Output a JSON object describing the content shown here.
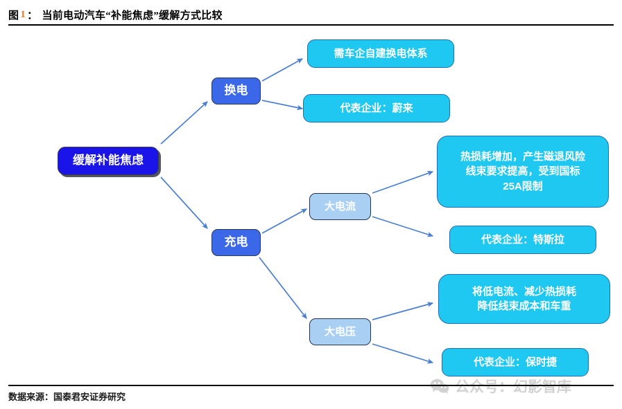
{
  "figure": {
    "label": "图",
    "number": "1",
    "colon": "：",
    "title": "当前电动汽车“补能焦虑”缓解方式比较",
    "source": "数据来源：国泰君安证券研究",
    "accent_color": "#E87722"
  },
  "watermark": {
    "text": "公众号：幻影智库",
    "icon": "wechat-icon",
    "color": "#d2d2d2"
  },
  "colors": {
    "root_fill": "#1A14E8",
    "level1_fill": "#3B68E8",
    "level2_fill": "#A9CFF2",
    "leaf_fill": "#1EC8F0",
    "leaf_border": "#1f6fb0",
    "arrow": "#4A7FD0"
  },
  "diagram": {
    "type": "tree",
    "root": {
      "id": "root",
      "label": "缓解补能焦虑"
    },
    "nodes": [
      {
        "id": "huandian",
        "label": "换电",
        "level": 1
      },
      {
        "id": "chongdian",
        "label": "充电",
        "level": 1
      },
      {
        "id": "dadianliu",
        "label": "大电流",
        "level": 2
      },
      {
        "id": "dadianya",
        "label": "大电压",
        "level": 2
      }
    ],
    "leaves": [
      {
        "id": "leaf-zijian",
        "lines": [
          "需车企自建换电体系"
        ]
      },
      {
        "id": "leaf-weilai",
        "lines": [
          "代表企业：蔚来"
        ]
      },
      {
        "id": "leaf-resunhao",
        "lines": [
          "热损耗增加，产生磁退风险",
          "线束要求提高，受到国标",
          "25A限制"
        ]
      },
      {
        "id": "leaf-tesla",
        "lines": [
          "代表企业：特斯拉"
        ]
      },
      {
        "id": "leaf-jiangdi",
        "lines": [
          "将低电流、减少热损耗",
          "降低线束成本和车重"
        ]
      },
      {
        "id": "leaf-porsche",
        "lines": [
          "代表企业：保时捷"
        ]
      }
    ],
    "edges": [
      {
        "from": "root",
        "to": "huandian"
      },
      {
        "from": "root",
        "to": "chongdian"
      },
      {
        "from": "huandian",
        "to": "leaf-zijian"
      },
      {
        "from": "huandian",
        "to": "leaf-weilai"
      },
      {
        "from": "chongdian",
        "to": "dadianliu"
      },
      {
        "from": "chongdian",
        "to": "dadianya"
      },
      {
        "from": "dadianliu",
        "to": "leaf-resunhao"
      },
      {
        "from": "dadianliu",
        "to": "leaf-tesla"
      },
      {
        "from": "dadianya",
        "to": "leaf-jiangdi"
      },
      {
        "from": "dadianya",
        "to": "leaf-porsche"
      }
    ]
  }
}
